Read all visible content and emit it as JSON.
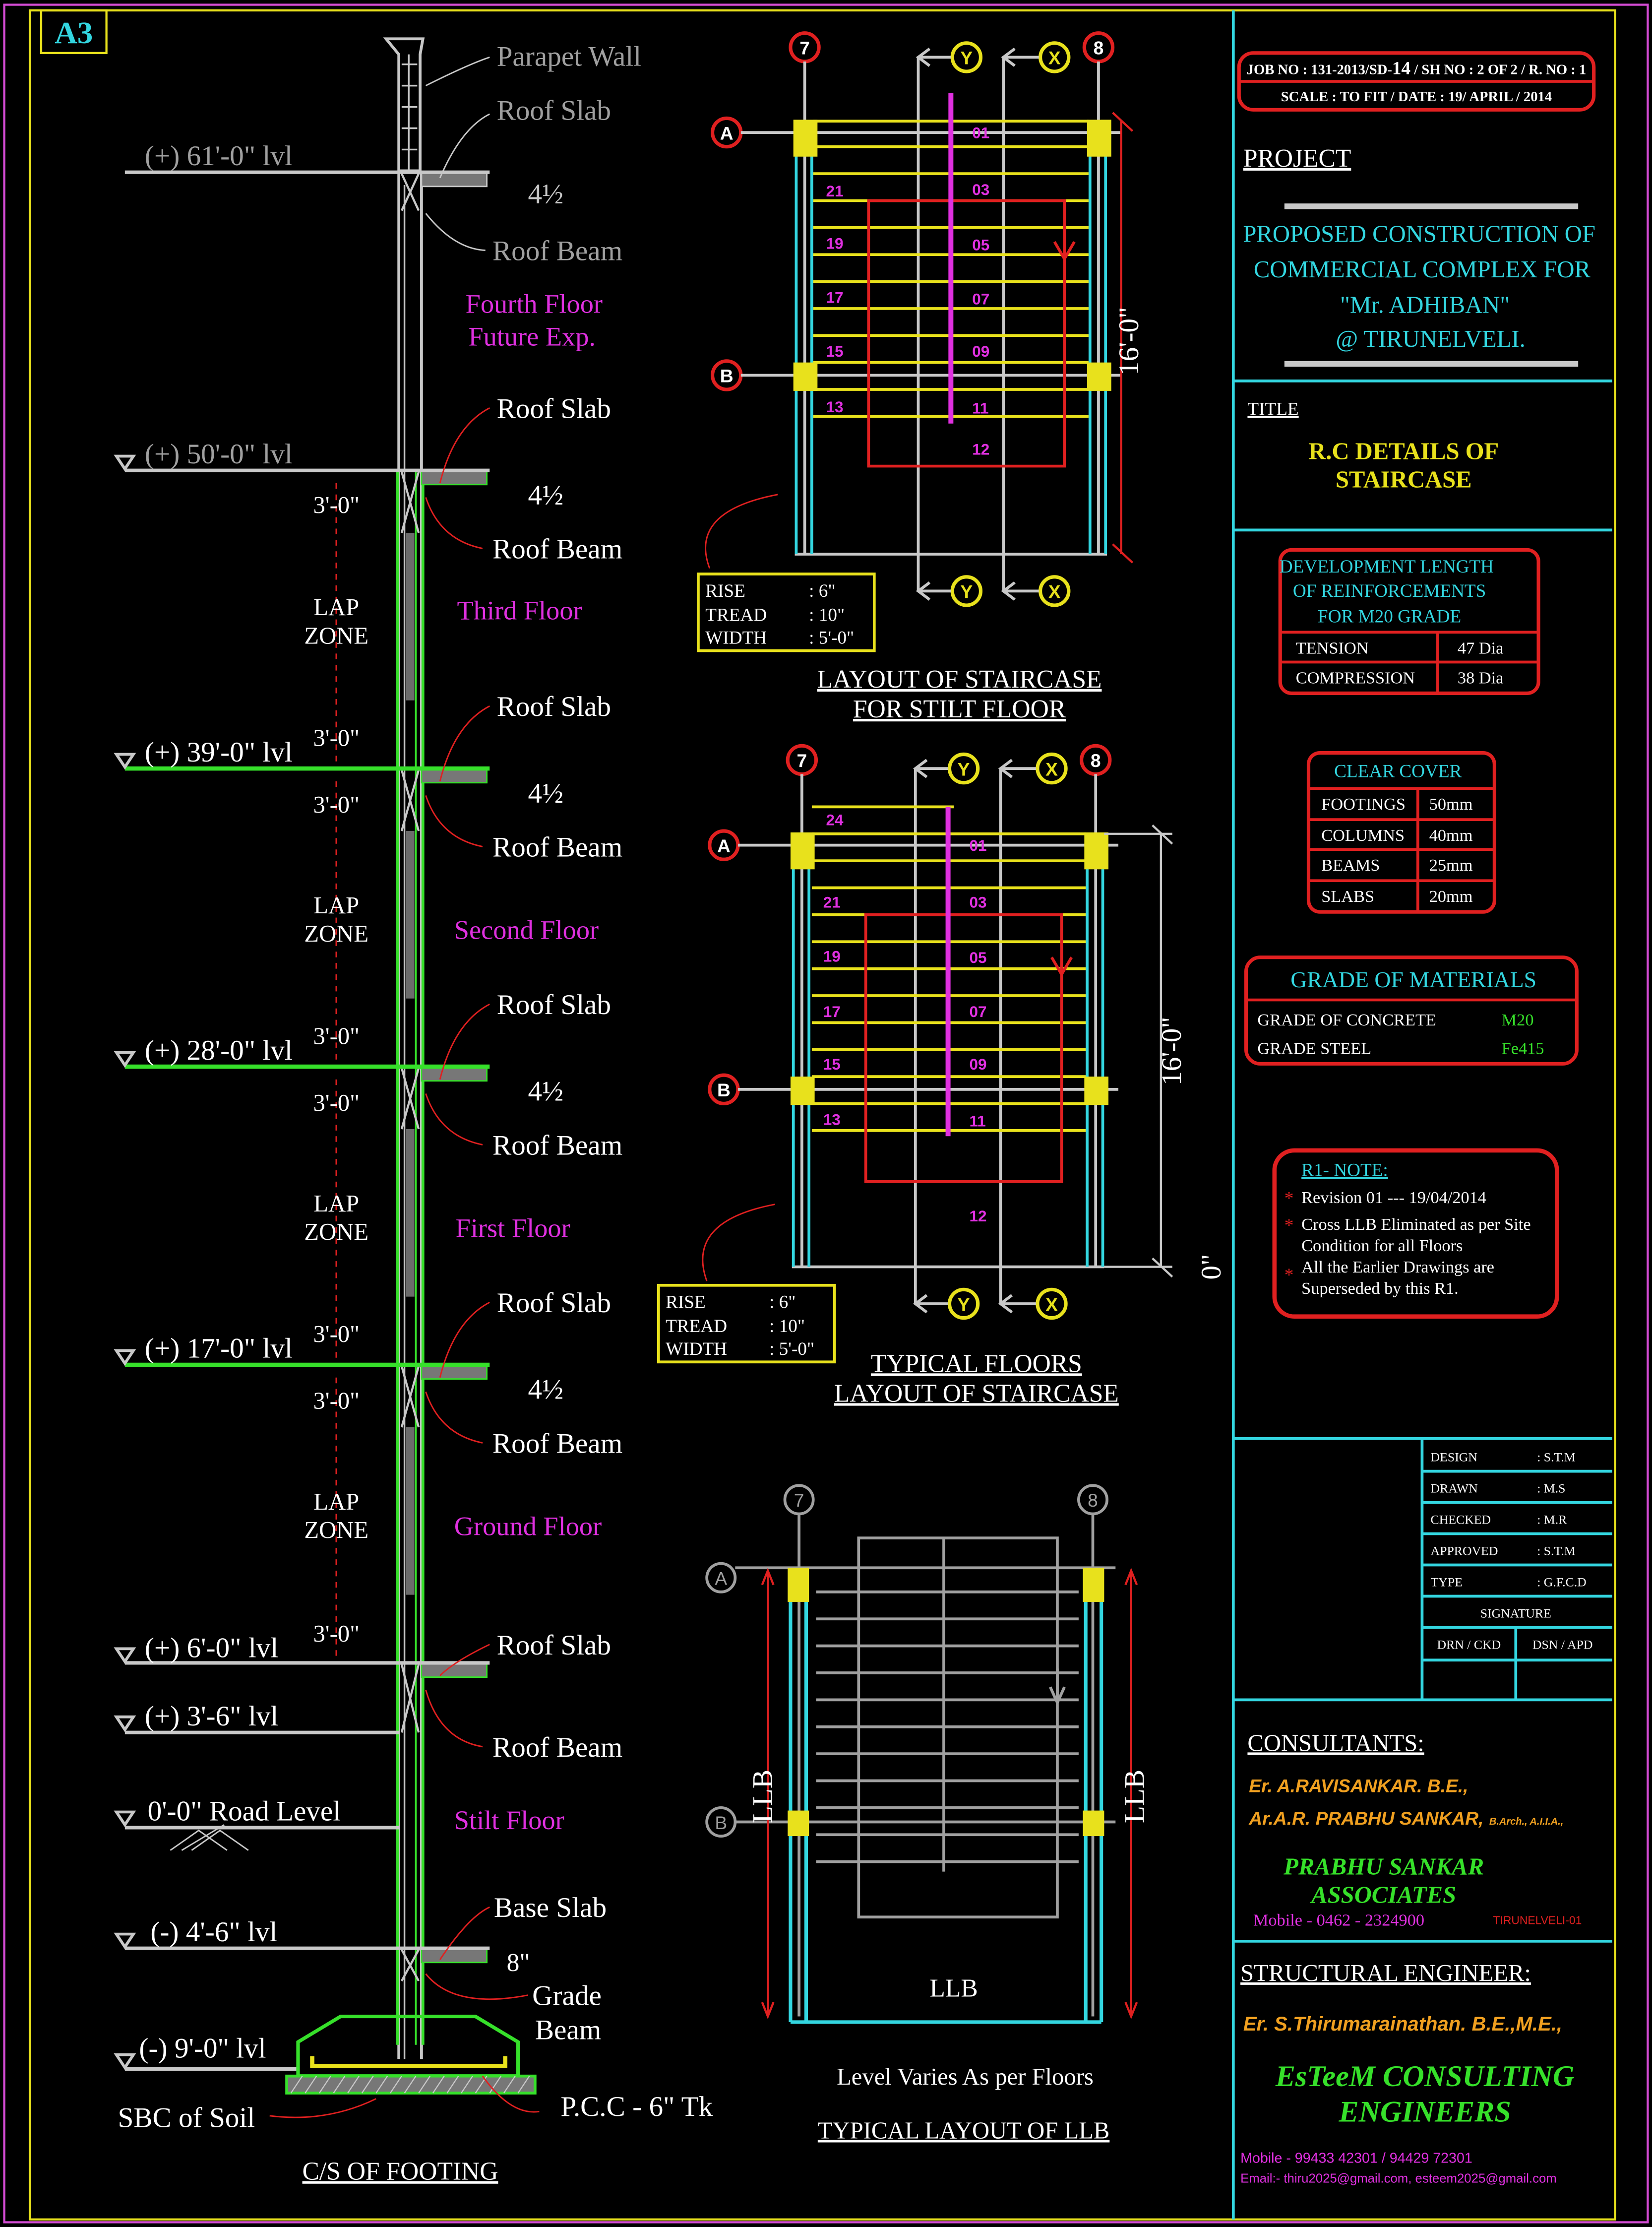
{
  "sheet": {
    "size": "A3"
  },
  "section": {
    "title": "C/S OF  FOOTING",
    "parapet": "Parapet Wall",
    "roof_slab": "Roof Slab",
    "roof_beam": "Roof Beam",
    "slab_thk": "4½",
    "base_slab": "Base Slab",
    "base_thk": "8\"",
    "grade": "Grade",
    "beam": "Beam",
    "sbc": "SBC of Soil",
    "pcc": "P.C.C - 6\" Tk",
    "lap": "LAP",
    "zone": "ZONE",
    "lap_len": "3'-0\"",
    "levels": [
      "(+) 61'-0\" lvl",
      "(+) 50'-0\" lvl",
      "(+) 39'-0\" lvl",
      "(+) 28'-0\" lvl",
      "(+) 17'-0\" lvl",
      "(+) 6'-0\" lvl",
      "(+) 3'-6\" lvl",
      "0'-0\" Road Level",
      "(-) 4'-6\" lvl",
      "(-) 9'-0\" lvl"
    ],
    "floors": [
      "Fourth Floor",
      "Future Exp.",
      "Third Floor",
      "Second Floor",
      "First Floor",
      "Ground Floor",
      "Stilt Floor"
    ]
  },
  "plan1": {
    "title1": "LAYOUT OF STAIRCASE",
    "title2": "FOR STILT FLOOR",
    "dim": "16'-0\"",
    "steps": [
      "01",
      "03",
      "05",
      "07",
      "09",
      "11",
      "12",
      "13",
      "15",
      "17",
      "19",
      "21"
    ]
  },
  "plan2": {
    "title1": "TYPICAL FLOORS",
    "title2": "LAYOUT OF STAIRCASE",
    "dim": "16'-0\"",
    "dim2": "0\"",
    "steps": [
      "24",
      "01",
      "03",
      "05",
      "07",
      "09",
      "11",
      "12",
      "13",
      "15",
      "17",
      "19",
      "21"
    ]
  },
  "spec": {
    "rise_k": "RISE",
    "rise_v": ": 6\"",
    "tread_k": "TREAD",
    "tread_v": ": 10\"",
    "width_k": "WIDTH",
    "width_v": ": 5'-0\""
  },
  "grid": {
    "g7": "7",
    "g8": "8",
    "gx": "X",
    "gy": "Y",
    "ga": "A",
    "gb": "B"
  },
  "llb": {
    "title": "TYPICAL LAYOUT OF LLB",
    "label": "LLB",
    "note": "Level Varies As per Floors"
  },
  "titleblock": {
    "job": "JOB NO : 131-2013/SD-",
    "job_no": "14",
    "job_rest": " / SH NO : 2 OF 2 / R. NO : 1",
    "scale": "SCALE  : TO FIT / DATE : 19/ APRIL / 2014",
    "project_h": "PROJECT",
    "project": [
      "PROPOSED CONSTRUCTION OF",
      "COMMERCIAL COMPLEX FOR",
      "\"Mr. ADHIBAN\"",
      "@ TIRUNELVELI."
    ],
    "title_h": "TITLE",
    "title": [
      "R.C DETAILS OF",
      "STAIRCASE"
    ],
    "dev_title": [
      "DEVELOPMENT LENGTH",
      "OF REINFORCEMENTS",
      "FOR M20 GRADE"
    ],
    "dev_rows": [
      [
        "TENSION",
        "47 Dia"
      ],
      [
        "COMPRESSION",
        "38 Dia"
      ]
    ],
    "cover_title": "CLEAR COVER",
    "cover_rows": [
      [
        "FOOTINGS",
        "50mm"
      ],
      [
        "COLUMNS",
        "40mm"
      ],
      [
        "BEAMS",
        "25mm"
      ],
      [
        "SLABS",
        "20mm"
      ]
    ],
    "grade_title": "GRADE OF MATERIALS",
    "grade_rows": [
      [
        "GRADE OF CONCRETE",
        "M20"
      ],
      [
        "GRADE STEEL",
        "Fe415"
      ]
    ],
    "note_title": "R1- NOTE:",
    "notes": [
      "Revision 01 --- 19/04/2014",
      "Cross LLB Eliminated as per Site",
      "Condition for all Floors",
      "All the Earlier Drawings are",
      "Superseded by this R1."
    ],
    "design_rows": [
      [
        "DESIGN",
        ":  S.T.M"
      ],
      [
        "DRAWN",
        ":  M.S"
      ],
      [
        "CHECKED",
        ":  M.R"
      ],
      [
        "APPROVED",
        ":  S.T.M"
      ],
      [
        "TYPE",
        ":  G.F.C.D"
      ]
    ],
    "signature": "SIGNATURE",
    "drn": "DRN / CKD",
    "dsn": "DSN / APD",
    "consult_h": "CONSULTANTS:",
    "consult1": "Er. A.RAVISANKAR. B.E.,",
    "consult2": "Ar.A.R. PRABHU SANKAR,",
    "consult2b": "B.Arch., A.I.I.A.,",
    "firm1": "PRABHU SANKAR",
    "firm2": "ASSOCIATES",
    "mobile1": "Mobile - 0462 - 2324900",
    "city": "TIRUNELVELI-01",
    "struct_h": "STRUCTURAL ENGINEER:",
    "engineer": "Er. S.Thirumarainathan. B.E.,M.E.,",
    "firm3": "EsTeeM CONSULTING",
    "firm4": "ENGINEERS",
    "mobile2": "Mobile -  99433 42301 / 94429 72301",
    "email": "Email:- thiru2025@gmail.com, esteem2025@gmail.com"
  }
}
